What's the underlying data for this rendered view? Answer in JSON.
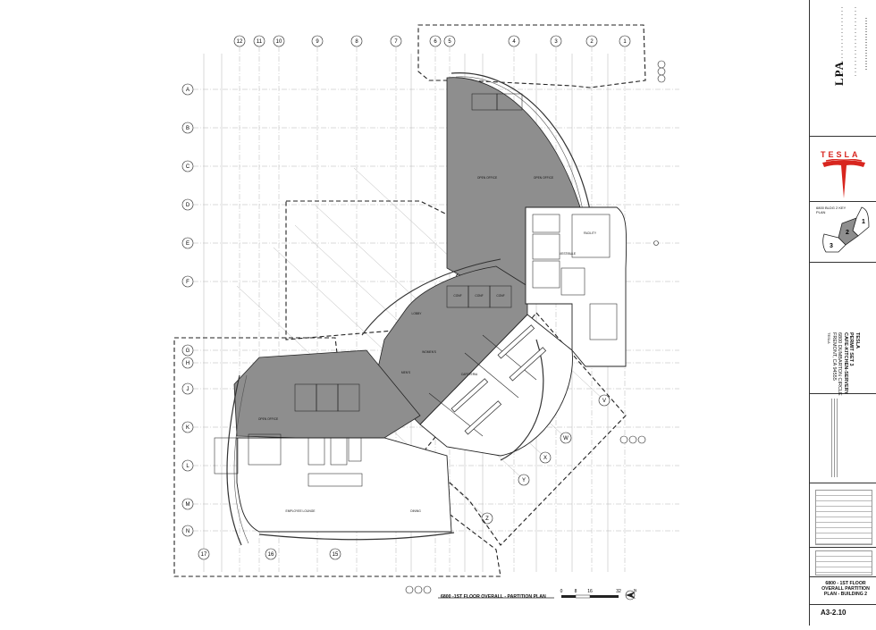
{
  "drawing": {
    "plan_title": "6800 -1ST FLOOR OVERALL - PARTITION PLAN",
    "scale_bar": [
      "0",
      "8",
      "16",
      "32"
    ],
    "north": "N",
    "column_grid_top": [
      "12",
      "11",
      "10",
      "9",
      "8",
      "7",
      "6",
      "5",
      "4",
      "3",
      "2",
      "1"
    ],
    "row_grid_left": [
      "A",
      "B",
      "C",
      "D",
      "E",
      "F",
      "G",
      "H",
      "J",
      "K",
      "L",
      "M",
      "N"
    ],
    "diagonal_grid": [
      "V",
      "W",
      "X",
      "Y",
      "Z"
    ],
    "bottom_grid": [
      "17",
      "16",
      "15"
    ],
    "rooms": {
      "open_office": "OPEN OFFICE",
      "employee_lounge": "EMPLOYEE LOUNGE",
      "dining": "DINING",
      "cafeteria": "CAFETERIA",
      "facility": "FACILITY",
      "vestibule": "VESTIBULE",
      "mens": "MEN'S",
      "womens": "WOMEN'S",
      "conf": "CONF",
      "lobby": "LOBBY"
    }
  },
  "titleblock": {
    "firm": "LPA",
    "client_logo_text": "TESLA",
    "key_plan_label": "6800 BLDG 2 KEY PLAN",
    "key_plan_numbers": [
      "1",
      "2",
      "3"
    ],
    "project": [
      "TESLA",
      "PERMIT SET 3",
      "CAFE-KITCHEN-SERVERY",
      "6800 DUMBARTON CIRCLE",
      "FREMONT, CA 94555"
    ],
    "prepared_for": "TESLA",
    "sheet_title": [
      "6800 - 1ST FLOOR",
      "OVERALL PARTITION",
      "PLAN - BUILDING 2"
    ],
    "sheet_number": "A3-2.10"
  },
  "colors": {
    "fill": "#8e8e8e",
    "grid": "#b5b5b5",
    "line": "#222222",
    "brand": "#d8261f"
  }
}
